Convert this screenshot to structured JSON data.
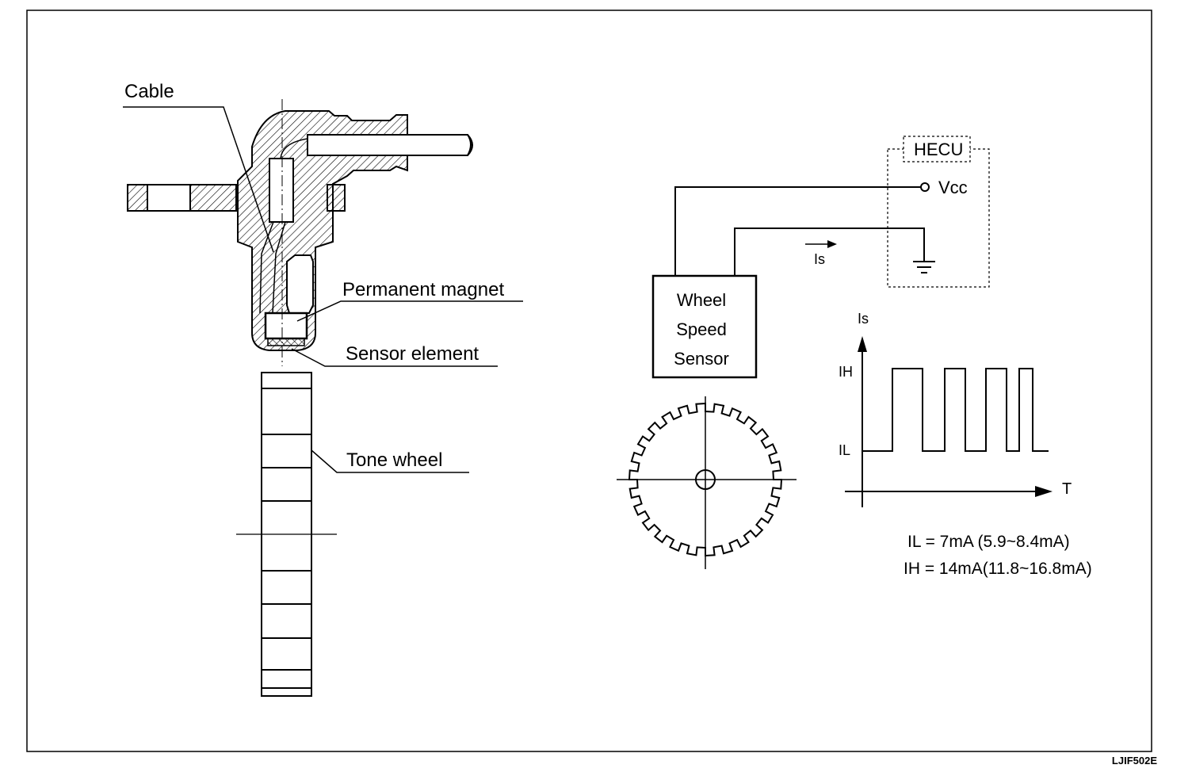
{
  "labels": {
    "cable": "Cable",
    "permanent_magnet": "Permanent magnet",
    "sensor_element": "Sensor element",
    "tone_wheel": "Tone wheel"
  },
  "circuit": {
    "hecu": "HECU",
    "vcc": "Vcc",
    "current": "Is",
    "sensor_line1": "Wheel",
    "sensor_line2": "Speed",
    "sensor_line3": "Sensor"
  },
  "waveform": {
    "y_axis": "Is",
    "x_axis": "T",
    "high_level": "IH",
    "low_level": "IL"
  },
  "specs": {
    "il": "IL = 7mA (5.9~8.4mA)",
    "ih": "IH = 14mA(11.8~16.8mA)"
  },
  "figure_code": "LJIF502E"
}
